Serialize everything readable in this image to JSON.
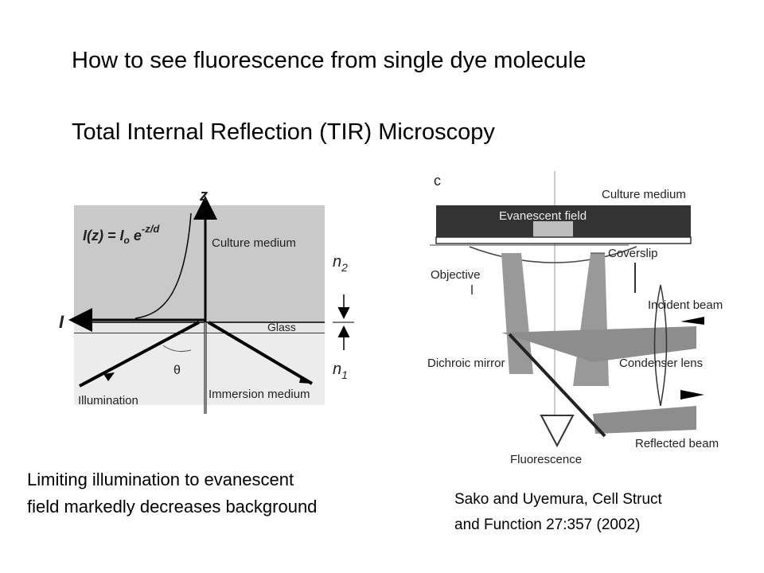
{
  "slide": {
    "title_line1": "How to see fluorescence from single dye molecule",
    "title_line2": "Total Internal Reflection (TIR) Microscopy",
    "caption_left_line1": "Limiting illumination to evanescent",
    "caption_left_line2": "field markedly decreases background",
    "citation_line1": "Sako and Uyemura, Cell Struct",
    "citation_line2": "and Function 27:357 (2002)"
  },
  "left_diagram": {
    "axis_z": "z",
    "axis_i": "I",
    "formula_main": "I(z) = I",
    "formula_sub": "o",
    "formula_e": " e",
    "formula_exp": "-z/d",
    "culture_medium": "Culture medium",
    "glass": "Glass",
    "n2_base": "n",
    "n2_sub": "2",
    "n1_base": "n",
    "n1_sub": "1",
    "theta": "θ",
    "illumination": "Illumination",
    "immersion_medium": "Immersion medium"
  },
  "right_diagram": {
    "c_label": "c",
    "culture_medium": "Culture medium",
    "evanescent_field": "Evanescent field",
    "coverslip": "Coverslip",
    "objective": "Objective",
    "incident_beam": "Incident beam",
    "dichroic_mirror": "Dichroic mirror",
    "condenser_lens": "Condenser lens",
    "reflected_beam": "Reflected beam",
    "fluorescence": "Fluorescence"
  }
}
